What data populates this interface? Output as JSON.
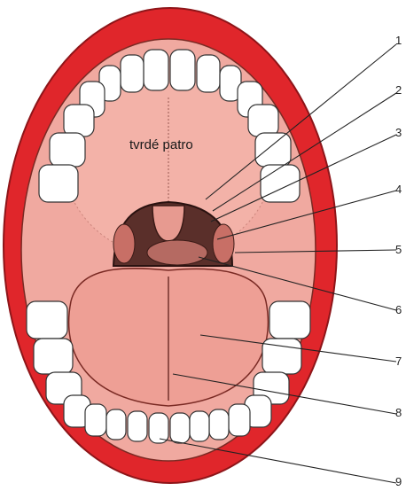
{
  "diagram": {
    "title_label": "tvrdé patro",
    "callouts": [
      "1",
      "2",
      "3",
      "4",
      "5",
      "6",
      "7",
      "8",
      "9"
    ],
    "colors": {
      "lips": "#e0262b",
      "lips_dark": "#b51c20",
      "mucosa": "#f0a9a0",
      "mucosa_dark": "#d98a80",
      "throat": "#5a2f2a",
      "teeth": "#ffffff"
    }
  }
}
